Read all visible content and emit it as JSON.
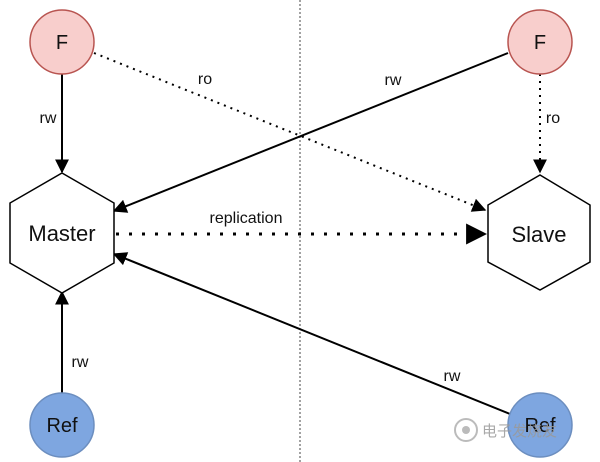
{
  "nodes": {
    "f_left": {
      "label": "F"
    },
    "f_right": {
      "label": "F"
    },
    "master": {
      "label": "Master"
    },
    "slave": {
      "label": "Slave"
    },
    "ref_left": {
      "label": "Ref"
    },
    "ref_right": {
      "label": "Ref"
    }
  },
  "edges": {
    "f_left_to_master": {
      "label": "rw"
    },
    "f_left_to_slave": {
      "label": "ro"
    },
    "f_right_to_master": {
      "label": "rw"
    },
    "f_right_to_slave": {
      "label": "ro"
    },
    "master_to_slave": {
      "label": "replication"
    },
    "ref_left_to_master": {
      "label": "rw"
    },
    "ref_right_to_master": {
      "label": "rw"
    }
  },
  "watermark": {
    "text": "电子发烧友"
  },
  "colors": {
    "f_fill": "#f8cecc",
    "f_stroke": "#b85450",
    "ref_fill": "#7ea6e0",
    "ref_stroke": "#6c8ebf",
    "line": "#000000"
  }
}
